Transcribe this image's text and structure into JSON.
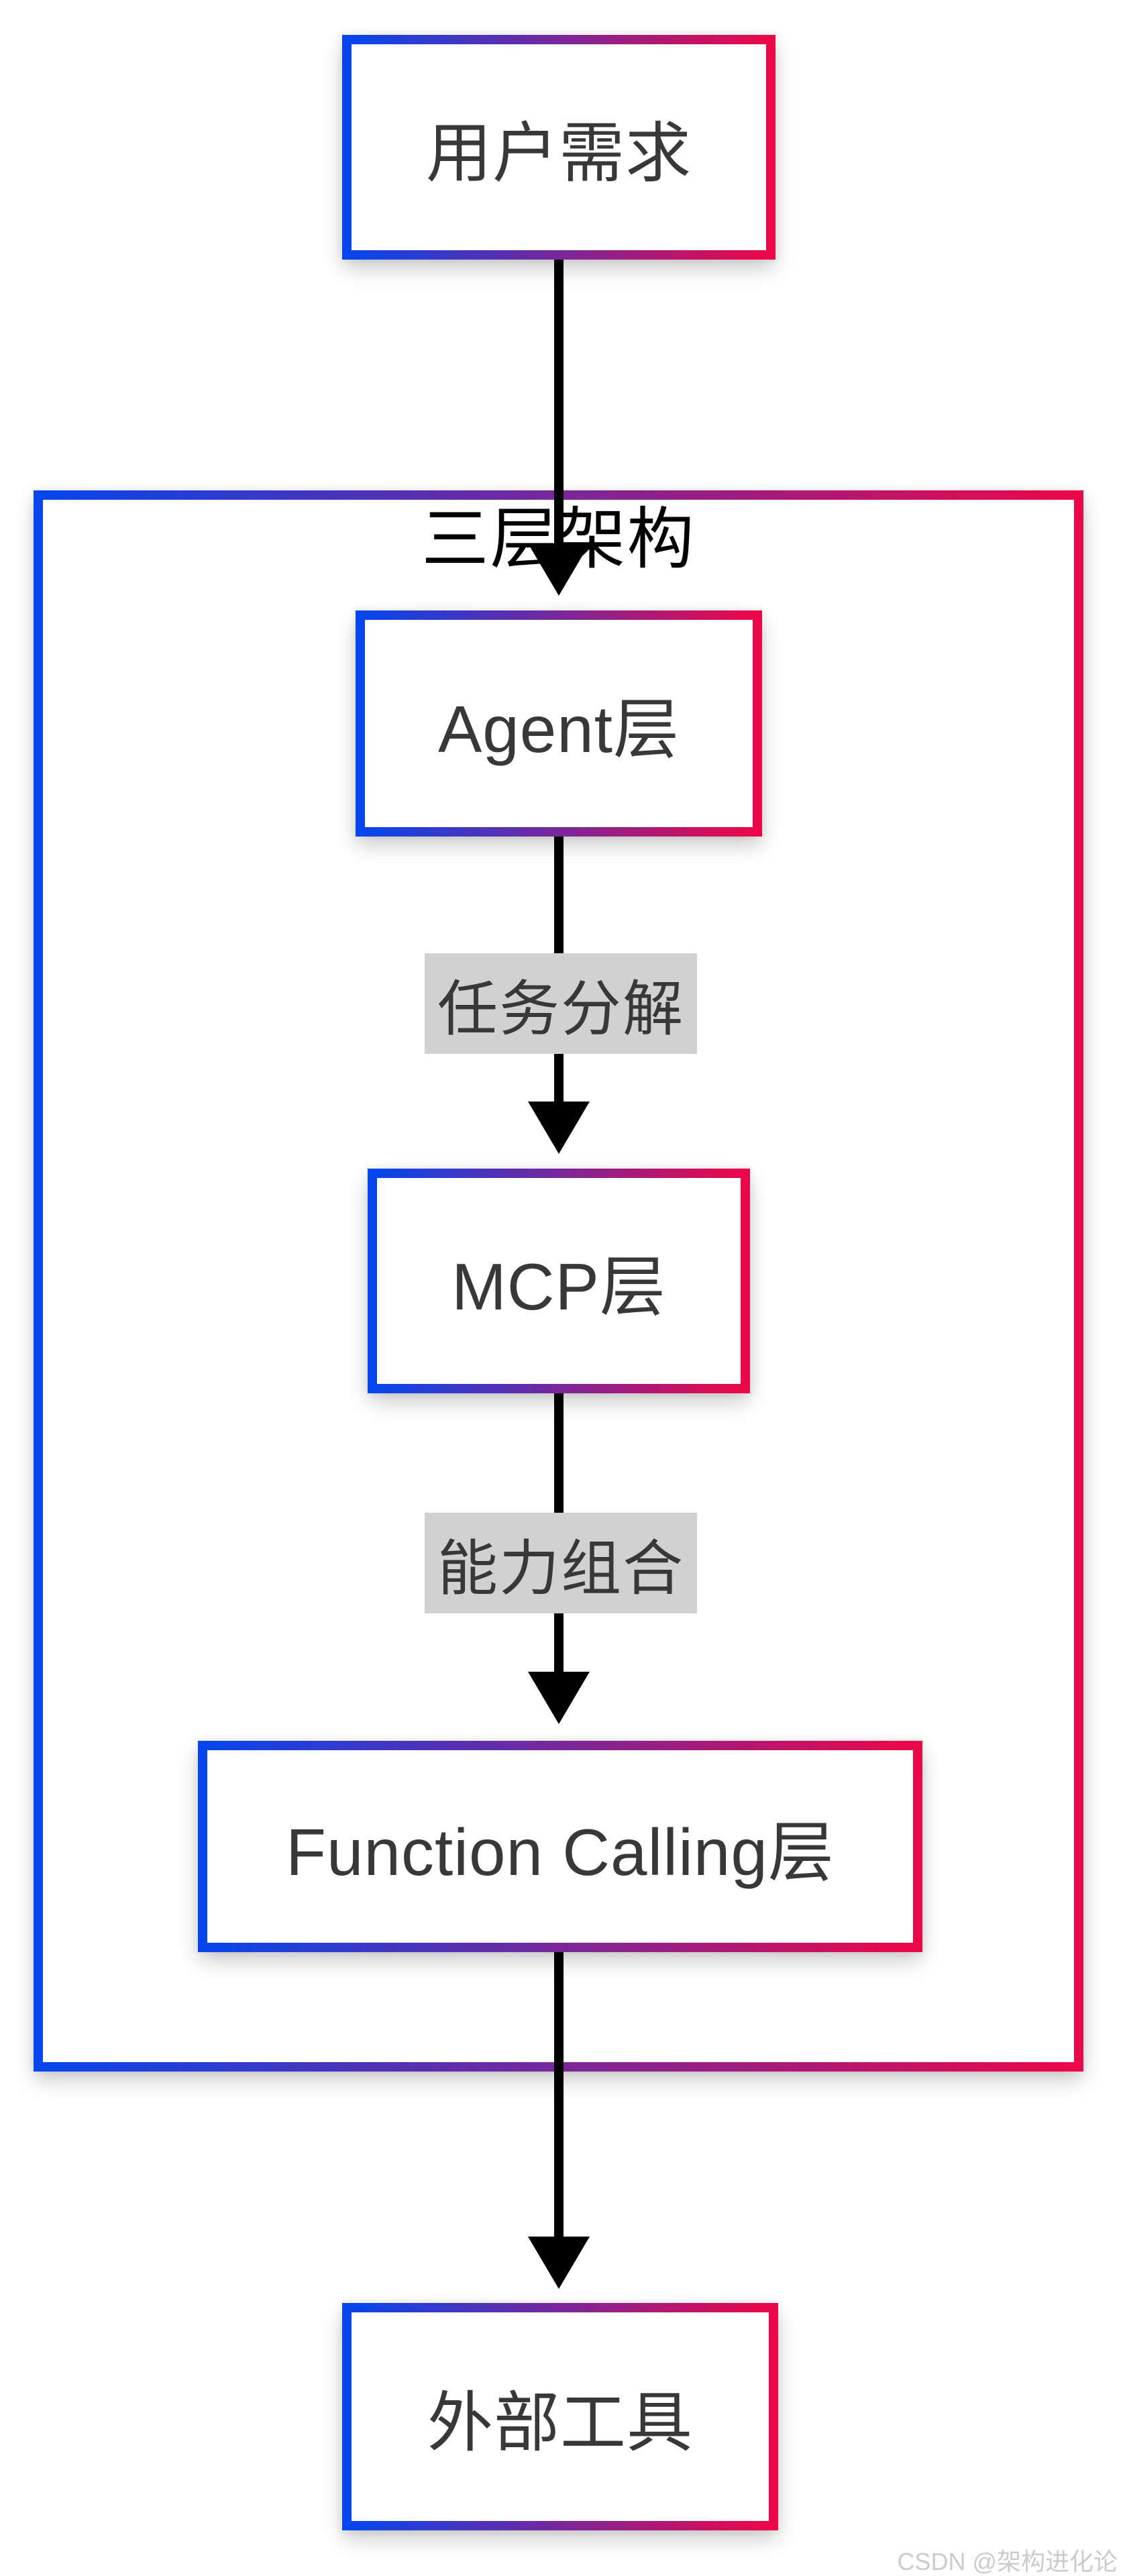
{
  "diagram": {
    "container_title": "三层架构",
    "nodes": {
      "user_demand": "用户需求",
      "agent_layer": "Agent层",
      "mcp_layer": "MCP层",
      "function_calling_layer": "Function Calling层",
      "external_tools": "外部工具"
    },
    "edge_labels": {
      "task_decomposition": "任务分解",
      "capability_composition": "能力组合"
    },
    "watermark": "CSDN @架构进化论",
    "colors": {
      "gradient_start": "#0646EC",
      "gradient_end": "#EB0849",
      "edge_label_bg": "#D1D1D1",
      "node_text": "#383838",
      "title_text": "#000000",
      "arrow": "#000000",
      "watermark_text": "#CBCBCB"
    }
  }
}
